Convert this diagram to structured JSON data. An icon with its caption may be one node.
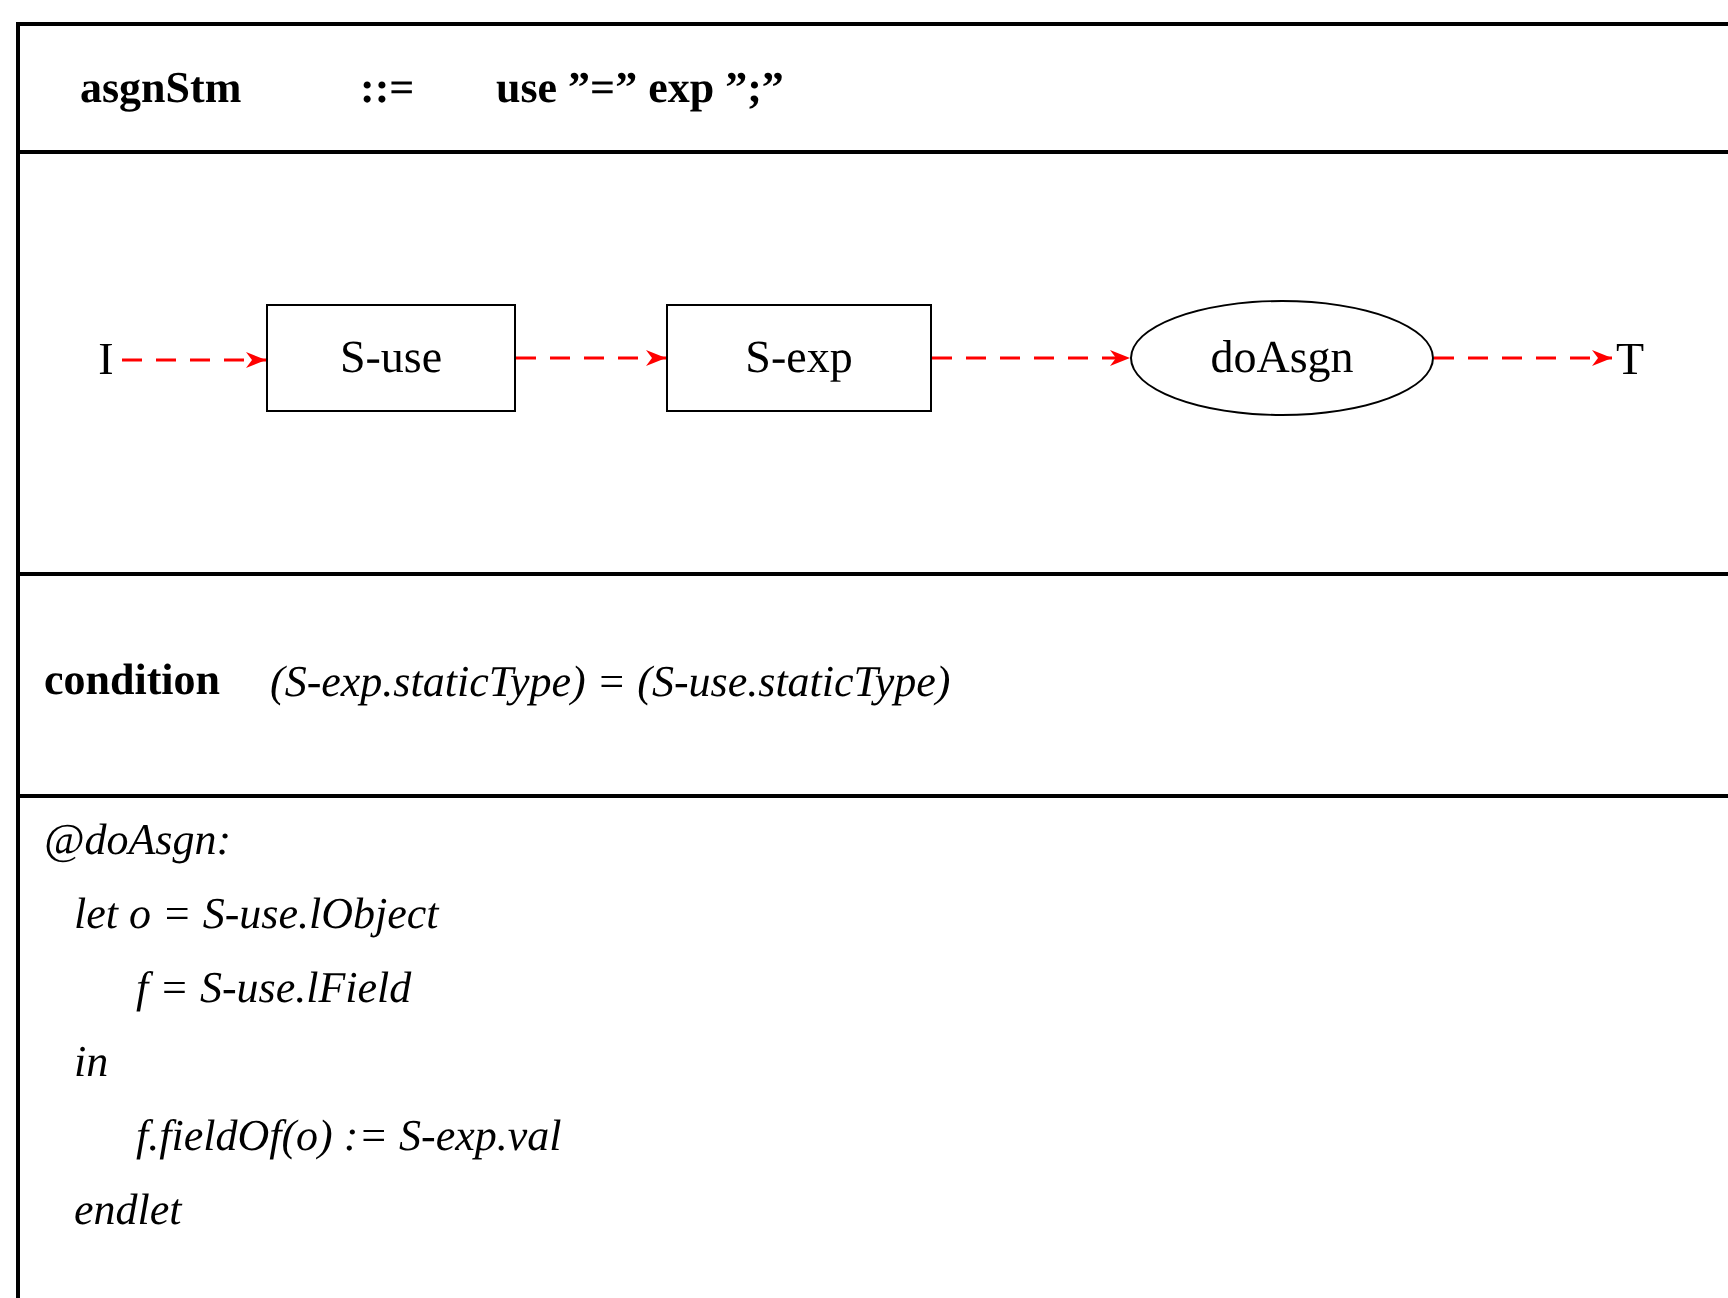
{
  "diagram": {
    "nodes": [
      {
        "text": [
          "I"
        ]
      },
      {
        "text": [
          "S-use"
        ]
      },
      {
        "text": [
          "S-exp"
        ]
      },
      {
        "text": [
          "doAsgn"
        ]
      },
      {
        "text": [
          "T"
        ]
      }
    ],
    "edges": [
      {
        "from": 0,
        "to": 1,
        "arrow": "to",
        "style": "dashed",
        "color": "#ff0000"
      },
      {
        "from": 1,
        "to": 2,
        "arrow": "to",
        "style": "dashed",
        "color": "#ff0000"
      },
      {
        "from": 2,
        "to": 3,
        "arrow": "to",
        "style": "dashed",
        "color": "#ff0000"
      },
      {
        "from": 3,
        "to": 4,
        "arrow": "to",
        "style": "dashed",
        "color": "#ff0000"
      }
    ],
    "labels": [
      "asgnStm",
      "::=",
      "use ”=” exp ”;”",
      "condition",
      "(S-exp.staticType) = (S-use.staticType)",
      "@doAsgn:",
      "let o = S-use.lObject",
      "f = S-use.lField",
      "in",
      "f.fieldOf(o) := S-exp.val",
      "endlet"
    ]
  }
}
